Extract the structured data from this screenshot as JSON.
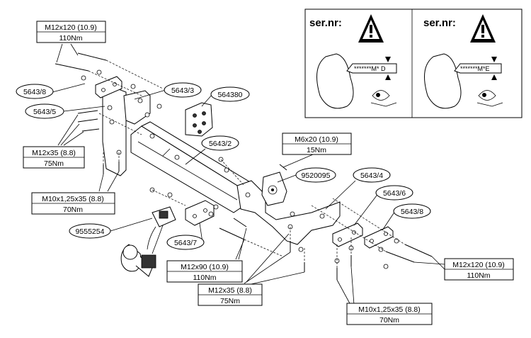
{
  "warning_panels": [
    {
      "label": "ser.nr:",
      "serial": "*******M* D"
    },
    {
      "label": "ser.nr:",
      "serial": "*******M*E"
    }
  ],
  "callouts": [
    {
      "id": "bolt-top-left",
      "line1": "M12x120 (10.9)",
      "line2": "110Nm"
    },
    {
      "id": "bolt-left",
      "line1": "M12x35 (8.8)",
      "line2": "75Nm"
    },
    {
      "id": "bolt-left-lower",
      "line1": "M10x1,25x35 (8.8)",
      "line2": "70Nm"
    },
    {
      "id": "bolt-center",
      "line1": "M6x20 (10.9)",
      "line2": "15Nm"
    },
    {
      "id": "bolt-bottom-center",
      "line1": "M12x90 (10.9)",
      "line2": "110Nm"
    },
    {
      "id": "bolt-bottom",
      "line1": "M12x35 (8.8)",
      "line2": "75Nm"
    },
    {
      "id": "bolt-bottom-right",
      "line1": "M10x1,25x35 (8.8)",
      "line2": "70Nm"
    },
    {
      "id": "bolt-right",
      "line1": "M12x120 (10.9)",
      "line2": "110Nm"
    }
  ],
  "part_labels": {
    "p5643_8_left": "5643/8",
    "p5643_3": "5643/3",
    "p564380": "564380",
    "p5643_5": "5643/5",
    "p5643_2": "5643/2",
    "p9520095": "9520095",
    "p5643_4": "5643/4",
    "p5643_6": "5643/6",
    "p5643_8_right": "5643/8",
    "p9555254": "9555254",
    "p5643_7": "5643/7"
  }
}
